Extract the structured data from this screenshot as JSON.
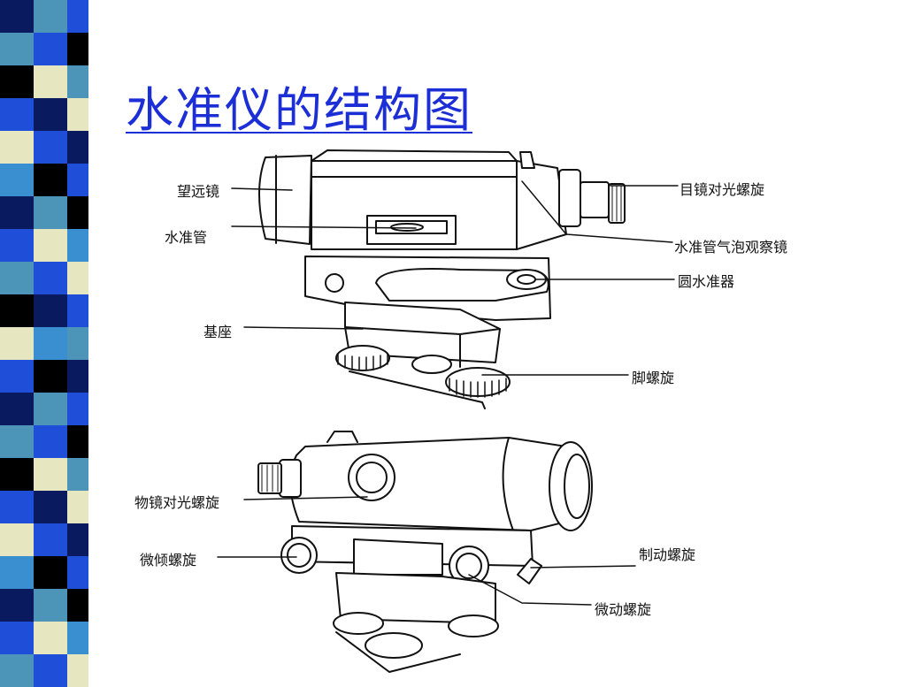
{
  "title": "水准仪的结构图",
  "labels": {
    "telescope": "望远镜",
    "level_tube": "水准管",
    "base": "基座",
    "eyepiece_focus": "目镜对光螺旋",
    "bubble_window": "水准管气泡观察镜",
    "circular_level": "圆水准器",
    "foot_screw": "脚螺旋",
    "objective_focus": "物镜对光螺旋",
    "tilt_screw": "微倾螺旋",
    "clamp_screw": "制动螺旋",
    "tangent_screw": "微动螺旋"
  },
  "colors": {
    "title": "#1c2fd6",
    "stripe_dark": "#0a1a5e",
    "stripe_black": "#000000",
    "stripe_blue": "#1f4fd8",
    "stripe_light_blue": "#3a8fd0",
    "stripe_teal": "#4d95b8",
    "stripe_cream": "#e6e6c0",
    "line": "#111111"
  }
}
